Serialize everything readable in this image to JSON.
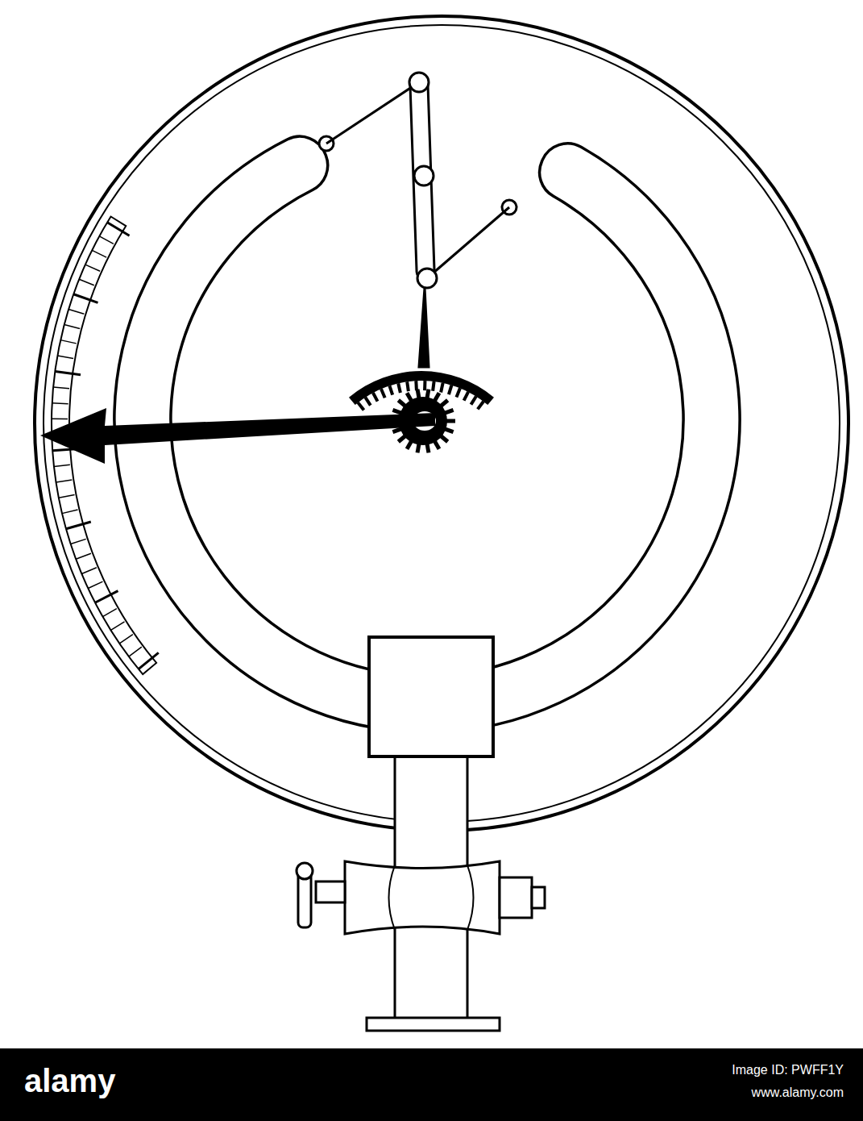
{
  "diagram": {
    "labels": [
      "alamy",
      "Image ID: PWFF1Y",
      "www.alamy.com"
    ]
  }
}
